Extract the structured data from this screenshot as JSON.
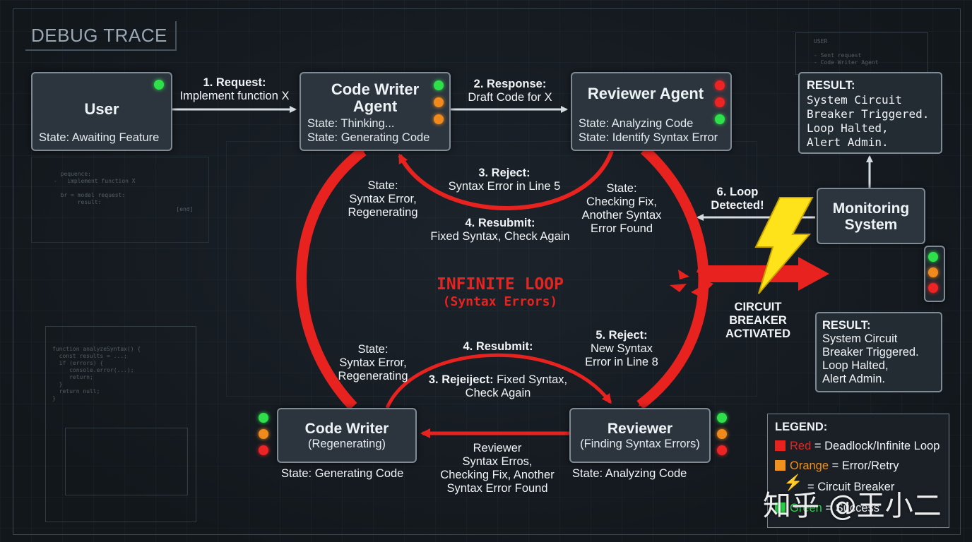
{
  "header": {
    "title": "DEBUG TRACE"
  },
  "nodes": {
    "user": {
      "title": "User",
      "state": "State: Awaiting Feature"
    },
    "code_writer_agent": {
      "title_line1": "Code Writer",
      "title_line2": "Agent",
      "state1": "State: Thinking...",
      "state2": "State: Generating Code"
    },
    "reviewer_agent": {
      "title": "Reviewer Agent",
      "state1": "State: Analyzing Code",
      "state2": "State: Identify Syntax Error"
    },
    "code_writer_regen": {
      "title": "Code Writer",
      "subtitle": "(Regenerating)",
      "state": "State: Generating Code"
    },
    "reviewer_finding": {
      "title": "Reviewer",
      "subtitle": "(Finding Syntax Errors)",
      "state": "State: Analyzing Code"
    },
    "monitoring": {
      "title_line1": "Monitoring",
      "title_line2": "System"
    }
  },
  "edges": {
    "request": {
      "title": "1. Request:",
      "text": "Implement function X"
    },
    "response": {
      "title": "2. Response:",
      "text": "Draft Code for X"
    },
    "reject3_top": {
      "title": "3. Reject:",
      "text": "Syntax Error in Line 5"
    },
    "resubmit4_top": {
      "title": "4. Resubmit:",
      "text": "Fixed Syntax, Check Again"
    },
    "state_left_top": {
      "lines": [
        "State:",
        "Syntax Error,",
        "Regenerating"
      ]
    },
    "state_right_top": {
      "lines": [
        "State:",
        "Checking Fix,",
        "Another Syntax",
        "Error Found"
      ]
    },
    "resubmit4_bottom": {
      "title": "4. Resubmit:"
    },
    "reject3_bottom": {
      "title": "3. Rejeiject:",
      "text1": "Fixed Syntax,",
      "text2": "Check Again"
    },
    "reject5": {
      "title": "5. Reject:",
      "text1": "New Syntax",
      "text2": "Error in Line 8"
    },
    "state_left_bottom": {
      "lines": [
        "State:",
        "Syntax Error,",
        "Regenerating"
      ]
    },
    "bottom_arrow": {
      "lines": [
        "Reviewer",
        "Syntax Erros,",
        "Checking Fix, Another",
        "Syntax Error Found"
      ]
    },
    "loop_detected": {
      "line1": "6. Loop",
      "line2": "Detected!"
    }
  },
  "center": {
    "line1": "INFINITE LOOP",
    "line2": "(Syntax Errors)"
  },
  "circuit_breaker": {
    "lines": [
      "CIRCUIT",
      "BREAKER",
      "ACTIVATED"
    ]
  },
  "results": {
    "top": {
      "title": "RESULT:",
      "lines": [
        "System Circuit",
        "Breaker Triggered.",
        "Loop Halted,",
        "Alert Admin."
      ]
    },
    "bottom": {
      "title": "RESULT:",
      "lines": [
        "System Circuit",
        "Breaker Triggered.",
        "Loop Halted,",
        "Alert Admin."
      ]
    }
  },
  "legend": {
    "title": "LEGEND:",
    "items": [
      {
        "key": "Red",
        "text": "= Deadlock/Infinite Loop",
        "color": "#e8231f"
      },
      {
        "key": "Orange",
        "text": "= Error/Retry",
        "color": "#f0901e"
      },
      {
        "key": "",
        "text": "= Circuit Breaker",
        "color": "#ffe31a"
      },
      {
        "key": "Green",
        "text": "= Success",
        "color": "#2bd44a"
      }
    ]
  },
  "watermark": "知乎 @王小二",
  "colors": {
    "loop_red": "#e8231f",
    "arrow_gray": "#d6dde2",
    "bolt_yellow": "#ffe31a",
    "panel_bg": "#2c353e"
  }
}
